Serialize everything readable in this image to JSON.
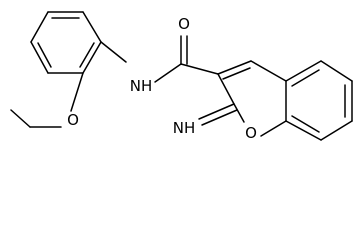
{
  "molecule": {
    "atoms": {
      "O": "O",
      "NH": "NH",
      "NH_imine": "NH",
      "O_ring": "O",
      "O_ether": "O"
    }
  }
}
